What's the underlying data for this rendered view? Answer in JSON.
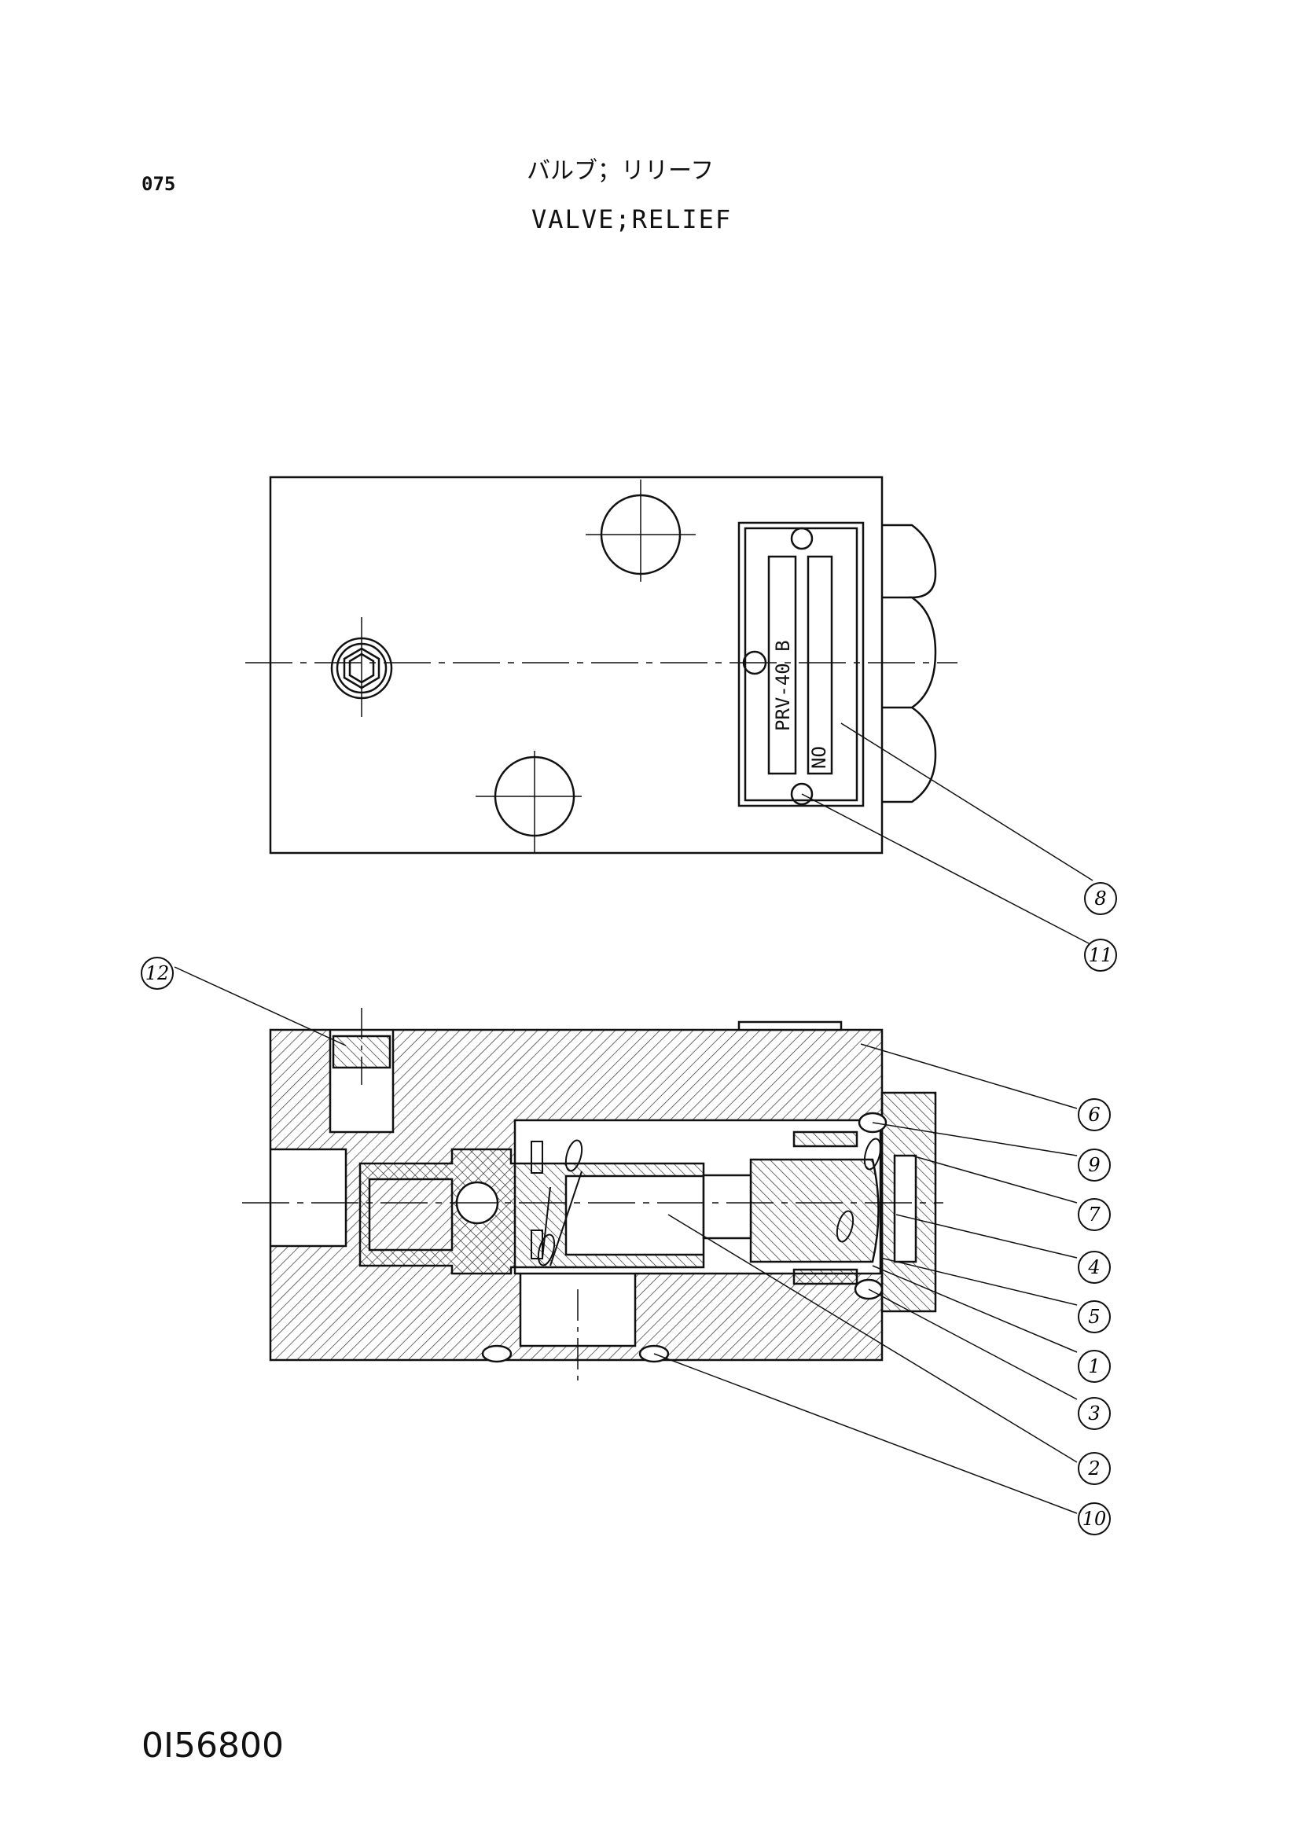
{
  "header": {
    "page_code": "075",
    "title_jp": "バルブ；リリーフ",
    "title_en": "VALVE;RELIEF"
  },
  "nameplate": {
    "model": "PRV-40 B",
    "no_label": "NO"
  },
  "callouts": [
    "8",
    "11",
    "12",
    "6",
    "9",
    "7",
    "4",
    "5",
    "1",
    "3",
    "2",
    "10"
  ],
  "footer": {
    "drawing_id": "0I56800"
  },
  "colors": {
    "line": "#111111",
    "background": "#ffffff"
  }
}
